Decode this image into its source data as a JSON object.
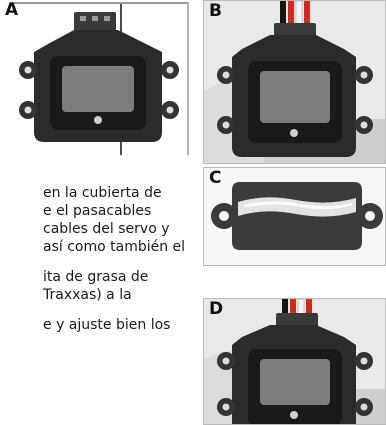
{
  "panels": {
    "a": {
      "label": "A"
    },
    "b": {
      "label": "B"
    },
    "c": {
      "label": "C"
    },
    "d": {
      "label": "D"
    }
  },
  "instructions": {
    "lines": [
      "en la cubierta de",
      "e el pasacables",
      "cables del servo y",
      "así como también el",
      "ita de grasa de",
      "Traxxas) a la",
      "e y ajuste bien los"
    ]
  },
  "colors": {
    "housing_dark": "#2a2a2a",
    "housing_mid": "#4a4a4a",
    "screen_gray": "#8c8c8c",
    "wire_red": "#d42a1e",
    "wire_white": "#f2f2f2",
    "wire_black": "#151515",
    "grease": "#e9ecef"
  }
}
